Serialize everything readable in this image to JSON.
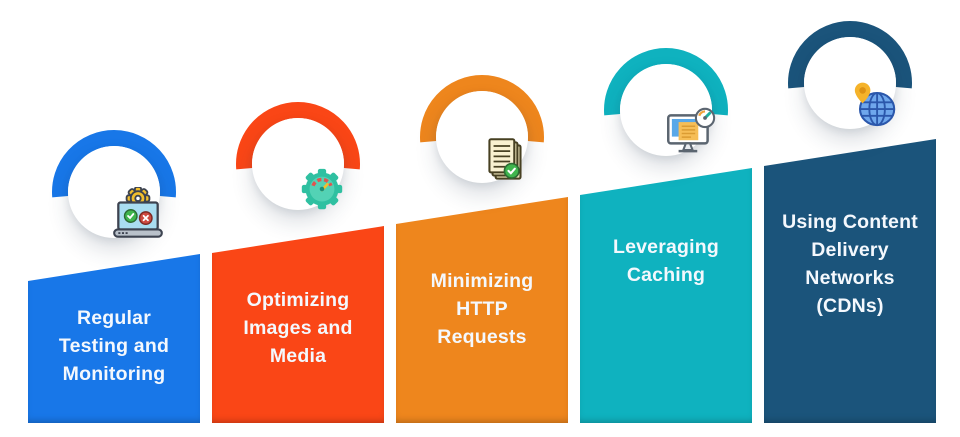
{
  "background": "#FFFFFF",
  "text_color": "#F4F8FD",
  "columns": [
    {
      "id": "regular-testing-and-monitoring",
      "label": "Regular Testing and Monitoring",
      "label_lines": [
        "Regular",
        "Testing and",
        "Monitoring"
      ],
      "color": "#1877E8",
      "icon": "laptop-testing-icon"
    },
    {
      "id": "optimizing-images-and-media",
      "label": "Optimizing Images and Media",
      "label_lines": [
        "Optimizing",
        "Images and",
        "Media"
      ],
      "color": "#FA4616",
      "icon": "gear-speedometer-icon"
    },
    {
      "id": "minimizing-http-requests",
      "label": "Minimizing HTTP Requests",
      "label_lines": [
        "Minimizing",
        "HTTP",
        "Requests"
      ],
      "color": "#EE861D",
      "icon": "documents-check-icon"
    },
    {
      "id": "leveraging-caching",
      "label": "Leveraging Caching",
      "label_lines": [
        "Leveraging",
        "Caching"
      ],
      "color": "#0FB2BF",
      "icon": "monitor-gauge-icon"
    },
    {
      "id": "using-content-delivery-networks-cdns",
      "label": "Using Content Delivery Networks (CDNs)",
      "label_lines": [
        "Using Content",
        "Delivery",
        "Networks",
        "(CDNs)"
      ],
      "color": "#1B547B",
      "icon": "globe-pin-icon"
    }
  ]
}
